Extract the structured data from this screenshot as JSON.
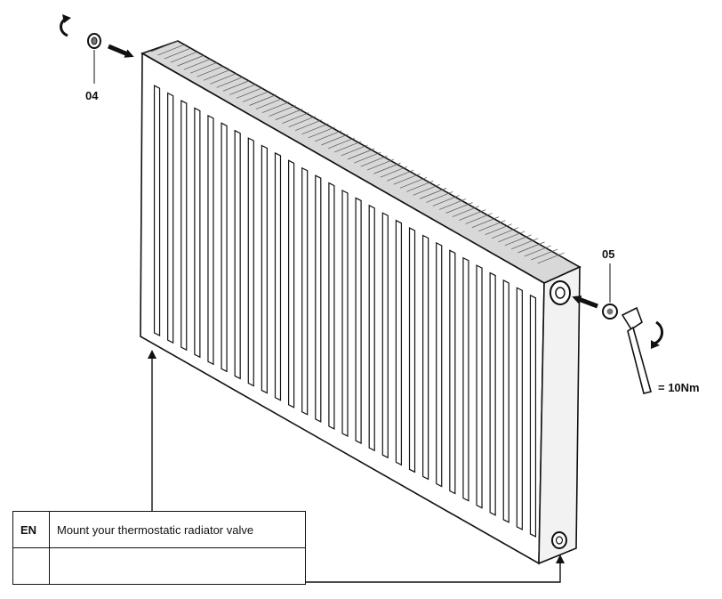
{
  "parts": {
    "end_cap_number": "04",
    "valve_number": "05",
    "torque": "= 10Nm"
  },
  "caption": {
    "rows": [
      {
        "lang": "EN",
        "text": "Mount your thermostatic radiator valve"
      },
      {
        "lang": "",
        "text": ""
      }
    ]
  },
  "colors": {
    "line": "#111111",
    "panel": "#ffffff",
    "shade": "#cfcfcf"
  }
}
